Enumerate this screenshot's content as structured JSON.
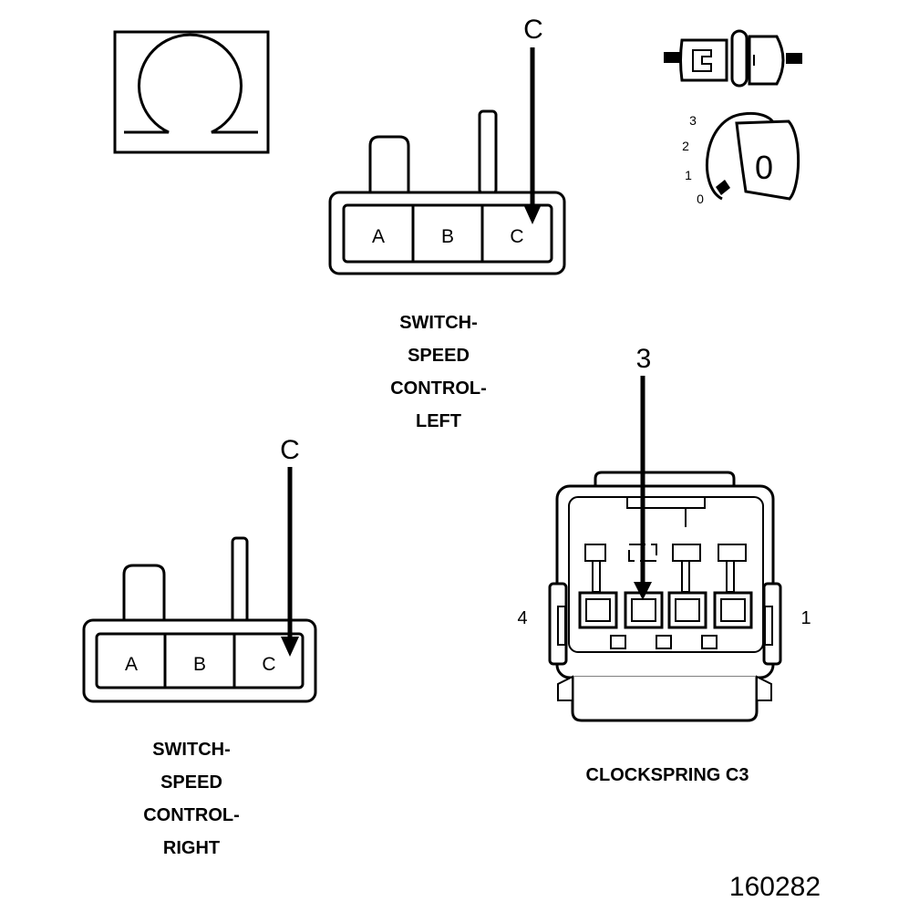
{
  "legend": {
    "ohm_symbol": "Ω",
    "key_numbers": [
      "3",
      "2",
      "1",
      "0"
    ],
    "key_position": "0"
  },
  "connectors": {
    "left_switch": {
      "pins": [
        "A",
        "B",
        "C"
      ],
      "callout": "C",
      "caption_lines": [
        "SWITCH-",
        "SPEED",
        "CONTROL-",
        "LEFT"
      ]
    },
    "right_switch": {
      "pins": [
        "A",
        "B",
        "C"
      ],
      "callout": "C",
      "caption_lines": [
        "SWITCH-",
        "SPEED",
        "CONTROL-",
        "RIGHT"
      ]
    },
    "clockspring": {
      "callout": "3",
      "side_left": "4",
      "side_right": "1",
      "caption": "CLOCKSPRING C3"
    }
  },
  "figure_number": "160282"
}
